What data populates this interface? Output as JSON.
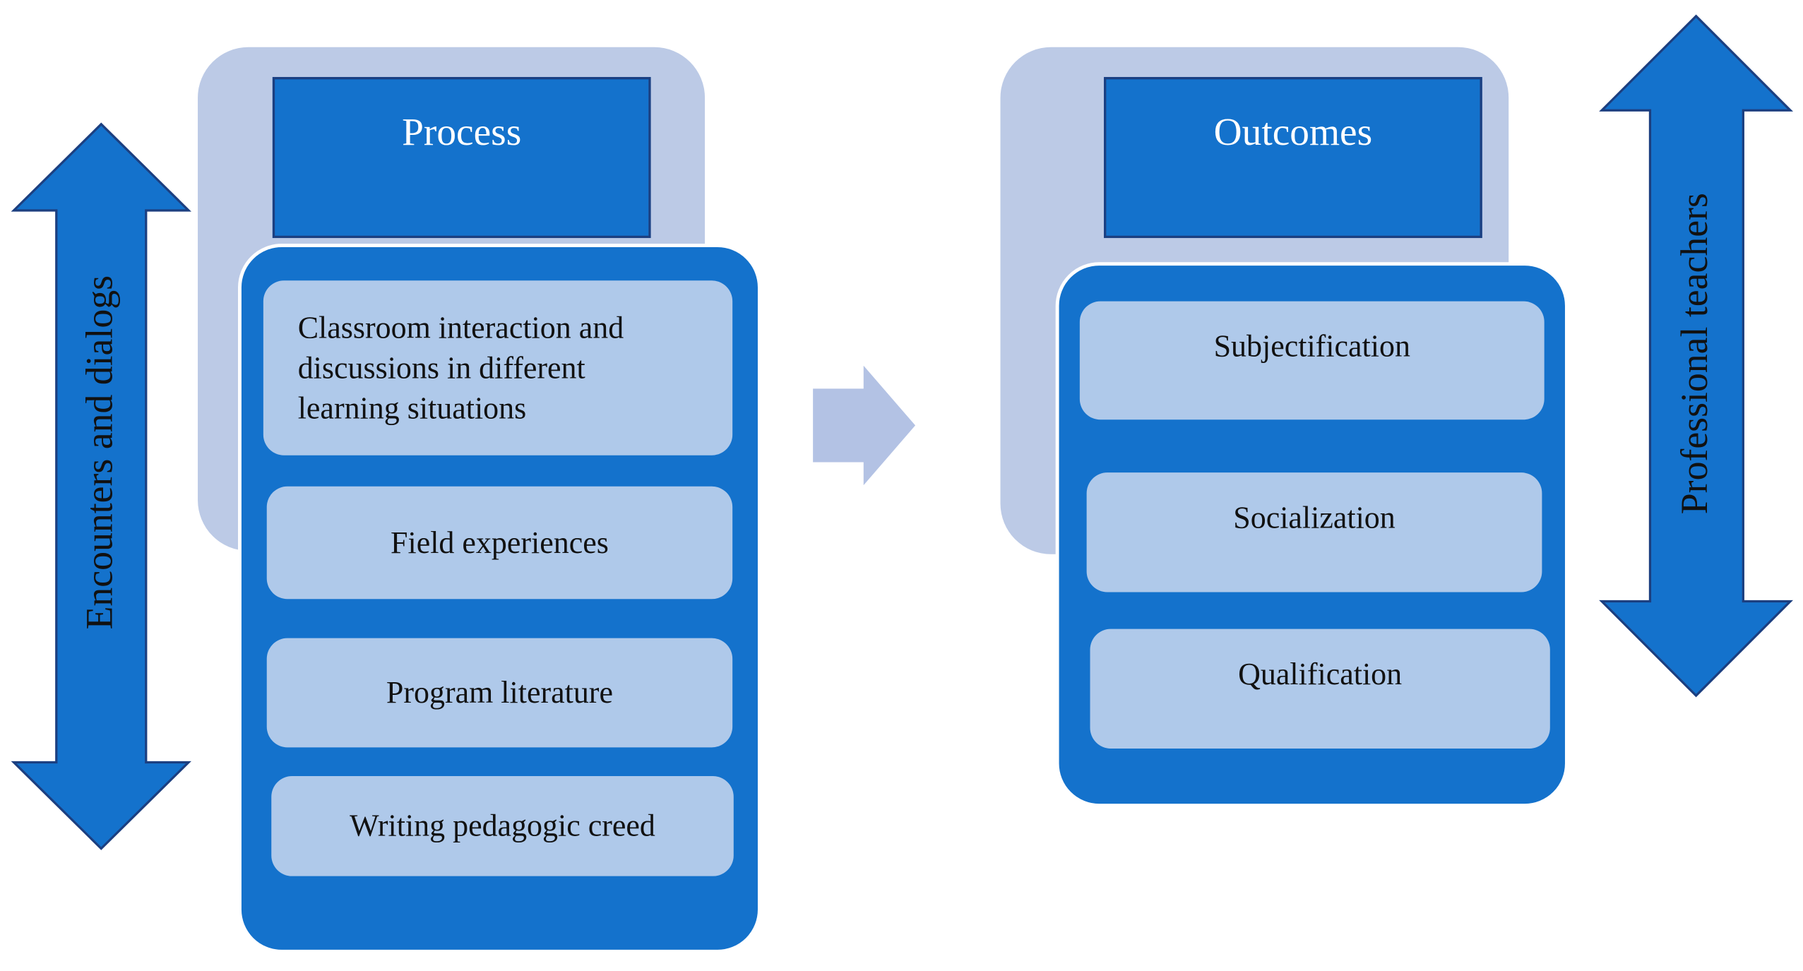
{
  "left_side_label": "Encounters and dialogs",
  "right_side_label": "Professional teachers",
  "process": {
    "title": "Process",
    "items": [
      "Classroom interaction and discussions in different learning situations",
      "Field experiences",
      "Program literature",
      "Writing pedagogic creed"
    ]
  },
  "outcomes": {
    "title": "Outcomes",
    "items": [
      "Subjectification",
      "Socialization",
      "Qualification"
    ]
  },
  "colors": {
    "dark_blue": "#1472cc",
    "light_blue_item": "#afc9ea",
    "pale_back_panel": "#bccae6",
    "connector_arrow": "#b3c2e4",
    "border": "#1c3f80"
  }
}
